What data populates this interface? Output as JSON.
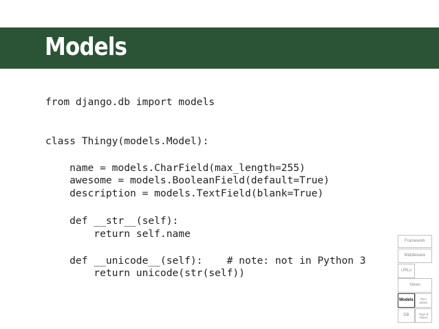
{
  "slide": {
    "title": "Models",
    "colors": {
      "title_bar": "#2a5435",
      "title_text": "#ffffff",
      "code_text": "#222222",
      "nav_active_border": "#333333",
      "nav_border": "#bfbfbf"
    }
  },
  "code": {
    "lines": [
      "from django.db import models",
      "",
      "",
      "class Thingy(models.Model):",
      "",
      "    name = models.CharField(max_length=255)",
      "    awesome = models.BooleanField(default=True)",
      "    description = models.TextField(blank=True)",
      "",
      "    def __str__(self):",
      "        return self.name",
      "",
      "    def __unicode__(self):    # note: not in Python 3",
      "        return unicode(str(self))"
    ]
  },
  "nav": {
    "framework": "Framework",
    "middleware": "Middleware",
    "urls": "URLs",
    "views": "Views",
    "models": "Models",
    "templates": "Tem-\nplates",
    "db": "DB",
    "tags_filters": "Tags &\nFilters",
    "active": "models"
  }
}
